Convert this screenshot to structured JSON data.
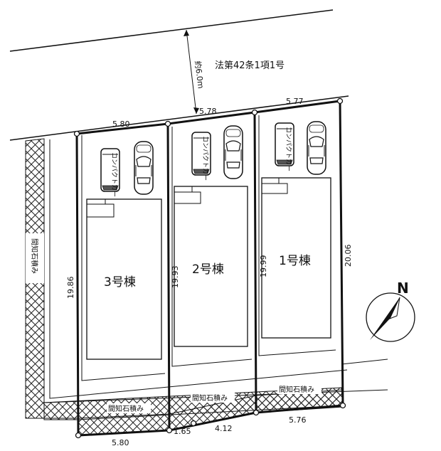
{
  "road": {
    "name": "法第42条1項1号",
    "width": "約6.0m"
  },
  "lots": [
    {
      "name": "3号棟",
      "frontage": "5.80",
      "depth": "19.86",
      "rear": "5.80"
    },
    {
      "name": "2号棟",
      "frontage": "5.78",
      "depth": "19.93",
      "rear_a": "1.65",
      "rear_b": "4.12"
    },
    {
      "name": "1号棟",
      "frontage": "5.77",
      "depth": "19.99",
      "depth_right": "20.06",
      "rear": "5.76"
    }
  ],
  "parking": {
    "compact_label": "コンパクトカー"
  },
  "walls": {
    "label": "間知石積み"
  },
  "north": {
    "label": "N"
  },
  "colors": {
    "line": "#111111",
    "hatch": "#222222",
    "background": "#ffffff"
  }
}
